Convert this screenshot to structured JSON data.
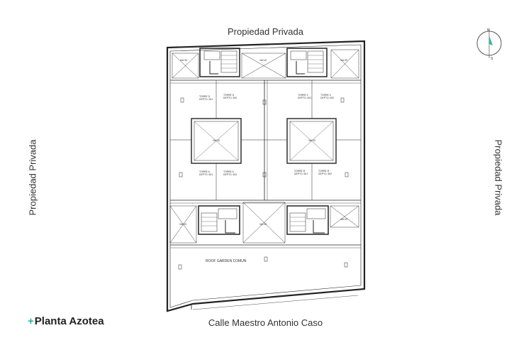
{
  "labels": {
    "top": "Propiedad Privada",
    "bottom": "Calle Maestro Antonio Caso",
    "left": "Propiedad Privada",
    "right": "Propiedad Privada"
  },
  "title": {
    "prefix": "+",
    "text": "Planta Azotea"
  },
  "compass": {
    "north": "N",
    "south": "S",
    "accent_color": "#2cb5a0"
  },
  "plan": {
    "roof_garden": "ROOF GARDEN COMUN",
    "vacio": "VACIO",
    "units": [
      {
        "tower": "TORRE D",
        "dept": "DEPTO. 501"
      },
      {
        "tower": "TORRE D",
        "dept": "DEPTO. 502"
      },
      {
        "tower": "TORRE C",
        "dept": "DEPTO. 501"
      },
      {
        "tower": "TORRE C",
        "dept": "DEPTO. 502"
      },
      {
        "tower": "TORRE A",
        "dept": "DEPTO. 501"
      },
      {
        "tower": "TORRE A",
        "dept": "DEPTO. 502"
      },
      {
        "tower": "TORRE B",
        "dept": "DEPTO. 501"
      },
      {
        "tower": "TORRE B",
        "dept": "DEPTO. 502"
      }
    ]
  },
  "colors": {
    "accent": "#2cb5a0",
    "line": "#222222"
  }
}
